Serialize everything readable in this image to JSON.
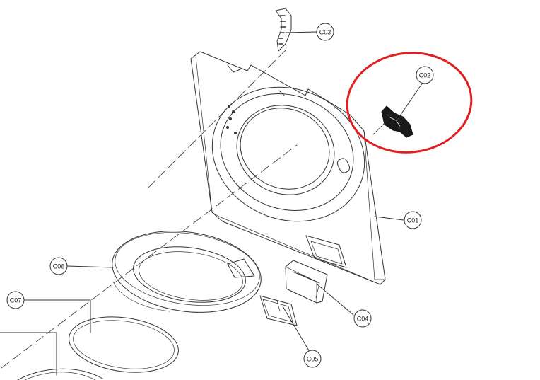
{
  "diagram": {
    "callouts": [
      {
        "id": "c01",
        "label": "C01"
      },
      {
        "id": "c02",
        "label": "C02"
      },
      {
        "id": "c03",
        "label": "C03"
      },
      {
        "id": "c04",
        "label": "C04"
      },
      {
        "id": "c05",
        "label": "C05"
      },
      {
        "id": "c06",
        "label": "C06"
      },
      {
        "id": "c07",
        "label": "C07"
      }
    ],
    "highlight": {
      "shape": "ellipse",
      "color": "#e02020",
      "target": "C02"
    },
    "line_color": "#333333"
  }
}
